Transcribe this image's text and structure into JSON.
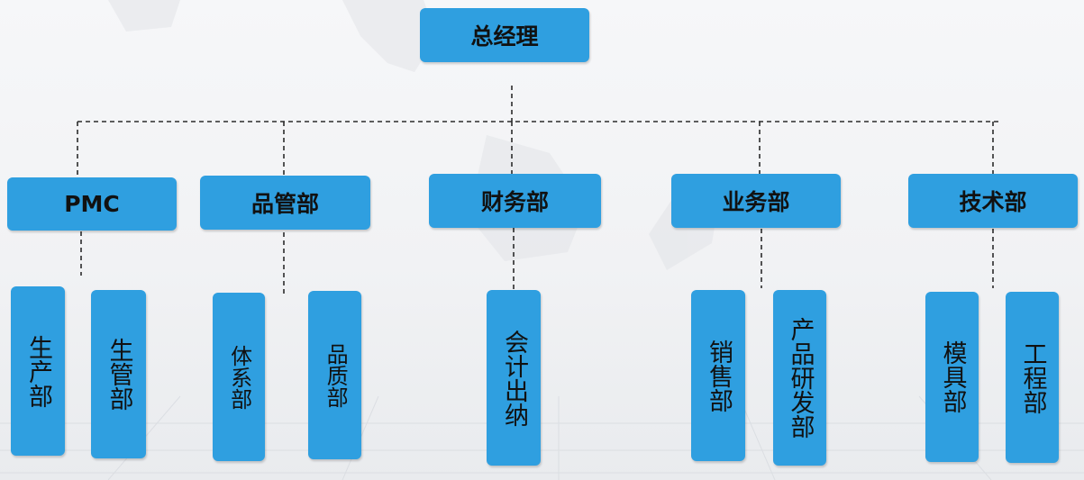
{
  "root": {
    "label": "总经理"
  },
  "departments": [
    {
      "label": "PMC"
    },
    {
      "label": "品管部"
    },
    {
      "label": "财务部"
    },
    {
      "label": "业务部"
    },
    {
      "label": "技术部"
    }
  ],
  "units": [
    {
      "label": "生产部"
    },
    {
      "label": "生管部"
    },
    {
      "label": "体系部"
    },
    {
      "label": "品质部"
    },
    {
      "label": "会计出纳"
    },
    {
      "label": "销售部"
    },
    {
      "label": "产品研发部"
    },
    {
      "label": "模具部"
    },
    {
      "label": "工程部"
    }
  ],
  "colors": {
    "box": "#2f9fe0",
    "text": "#111111",
    "connector": "#2b2b2b"
  }
}
